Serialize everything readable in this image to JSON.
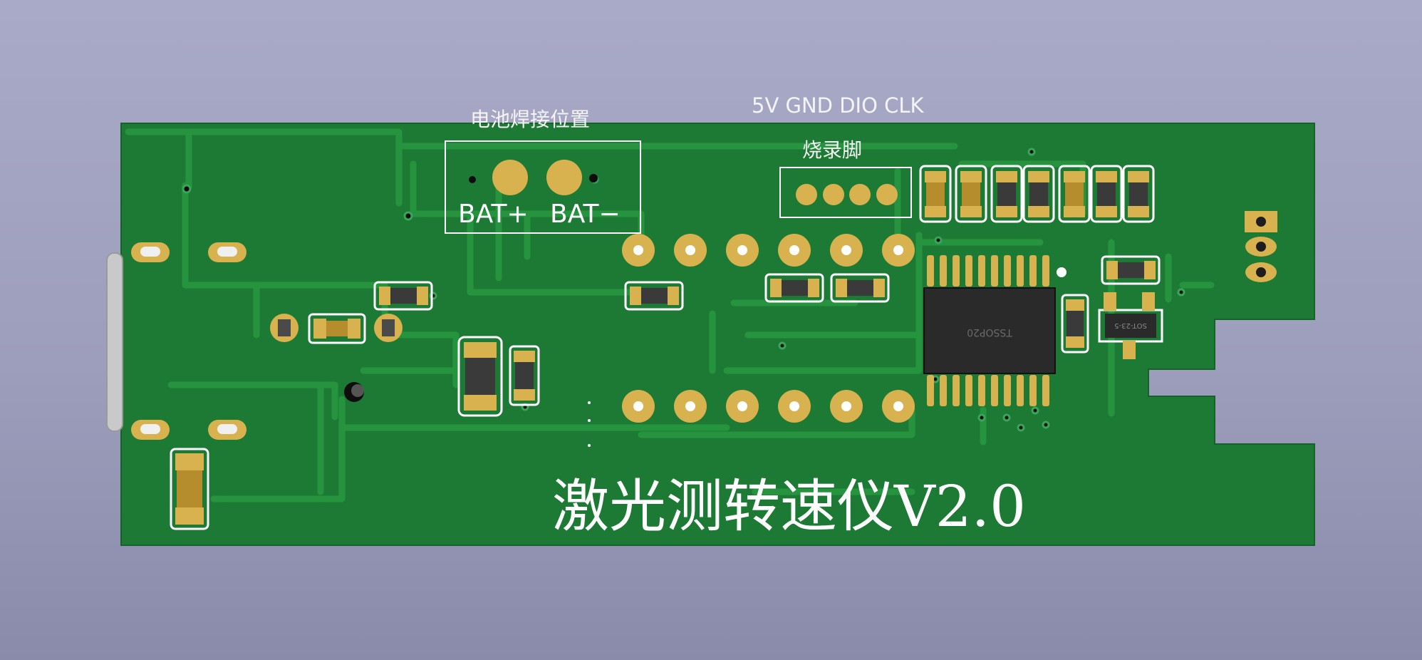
{
  "annotations": {
    "battery_label": "电池焊接位置",
    "header_pins_label": "5V GND DIO CLK",
    "programming_label": "烧录脚"
  },
  "silkscreen": {
    "bat_plus": "BAT+",
    "bat_minus": "BAT−",
    "ic_marking": "TSSOP20",
    "sot_marking": "SOT-23-5",
    "board_title": "激光测转速仪V2.0"
  },
  "colors": {
    "background": "#a2a3c1",
    "board": "#1d7a34",
    "trace": "#249443",
    "pad_gold": "#d8b24e",
    "silkscreen": "#ffffff",
    "ic_body": "#2a2a2a"
  },
  "icons": {
    "usb_connector": "usb-c-connector-icon",
    "ic": "ic-chip-icon"
  }
}
